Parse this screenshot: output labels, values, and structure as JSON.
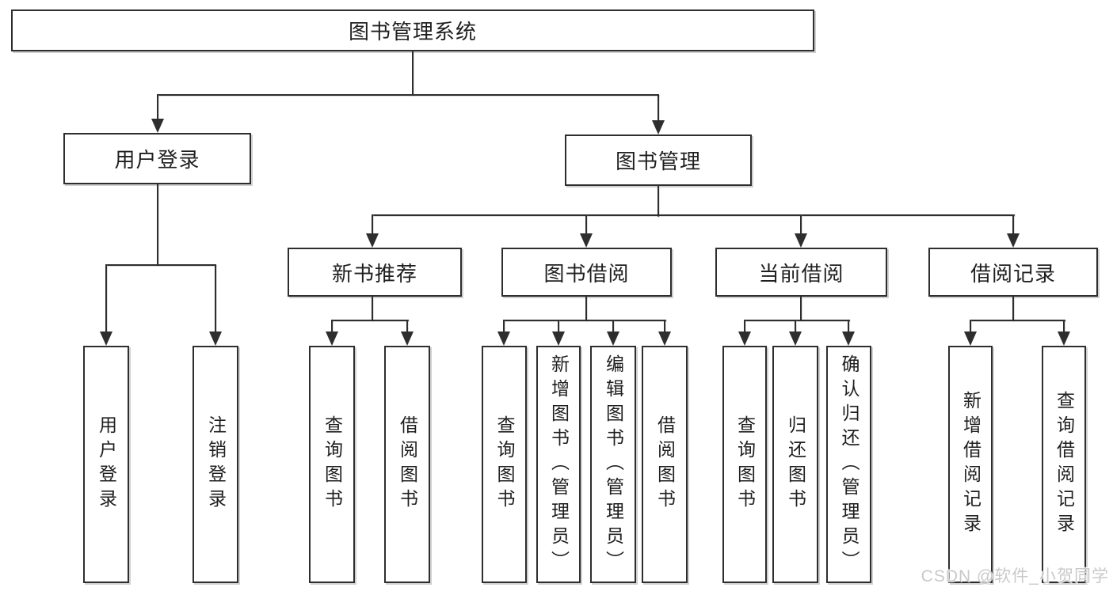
{
  "tree": {
    "root": "图书管理系统",
    "children": [
      {
        "label": "用户登录",
        "children": [
          "用户登录",
          "注销登录"
        ]
      },
      {
        "label": "图书管理",
        "children": [
          {
            "label": "新书推荐",
            "children": [
              "查询图书",
              "借阅图书"
            ]
          },
          {
            "label": "图书借阅",
            "children": [
              "查询图书",
              "新增图书（管理员）",
              "编辑图书（管理员）",
              "借阅图书"
            ]
          },
          {
            "label": "当前借阅",
            "children": [
              "查询图书",
              "归还图书",
              "确认归还（管理员）"
            ]
          },
          {
            "label": "借阅记录",
            "children": [
              "新增借阅记录",
              "查询借阅记录"
            ]
          }
        ]
      }
    ]
  },
  "colors": {
    "line": "#2e2e2e",
    "box_border": "#2e2e2e",
    "box_fill": "#ffffff",
    "text": "#1f1f1f",
    "watermark": "#c9c9c9"
  },
  "watermark": {
    "text": "CSDN @软件_小贺同学"
  }
}
